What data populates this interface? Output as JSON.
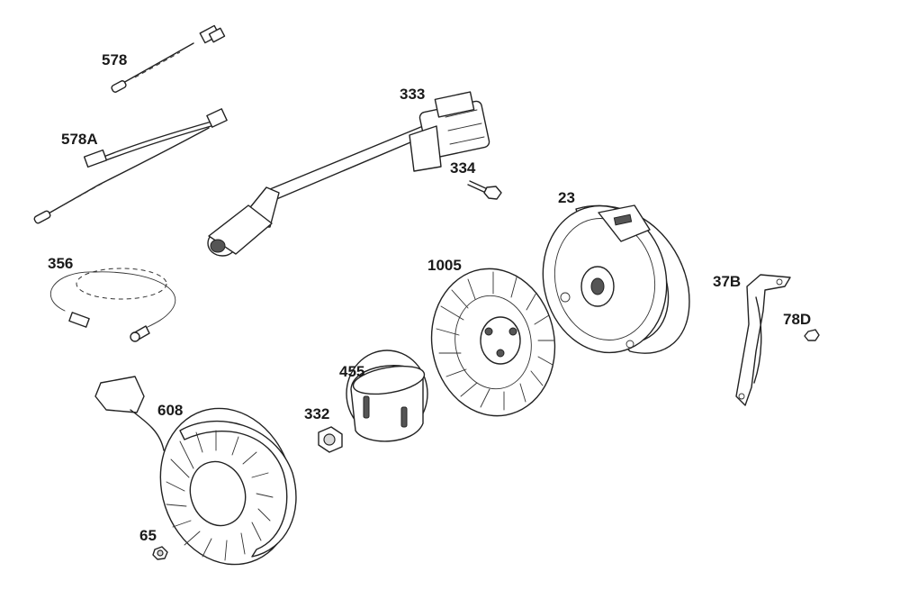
{
  "diagram": {
    "parts": [
      {
        "id": "p578",
        "number": "578"
      },
      {
        "id": "p578a",
        "number": "578A"
      },
      {
        "id": "p333",
        "number": "333"
      },
      {
        "id": "p334",
        "number": "334"
      },
      {
        "id": "p23",
        "number": "23"
      },
      {
        "id": "p356",
        "number": "356"
      },
      {
        "id": "p1005",
        "number": "1005"
      },
      {
        "id": "p37b",
        "number": "37B"
      },
      {
        "id": "p78d",
        "number": "78D"
      },
      {
        "id": "p455",
        "number": "455"
      },
      {
        "id": "p332",
        "number": "332"
      },
      {
        "id": "p608",
        "number": "608"
      },
      {
        "id": "p65",
        "number": "65"
      }
    ]
  }
}
